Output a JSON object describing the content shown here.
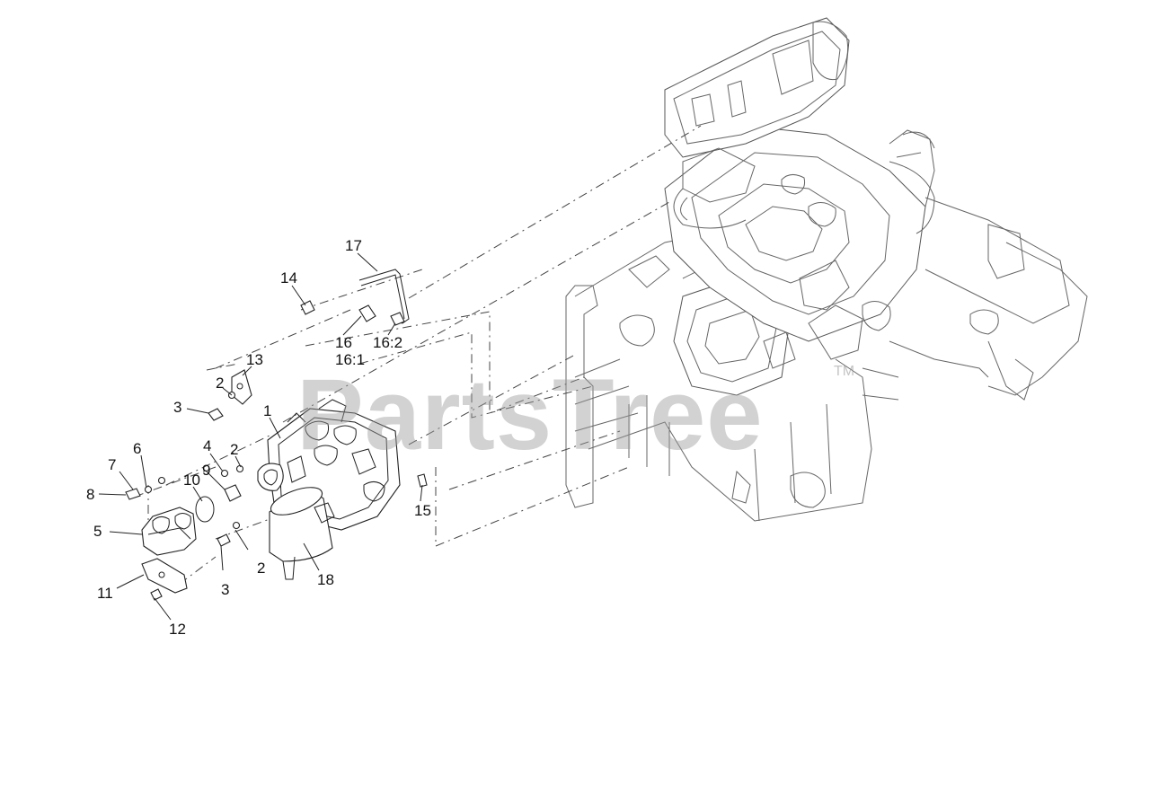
{
  "watermark": {
    "text": "PartsTree",
    "trademark": "TM",
    "color": "#9c9c9c"
  },
  "callouts": [
    {
      "id": "c1",
      "label": "1"
    },
    {
      "id": "c2a",
      "label": "2"
    },
    {
      "id": "c2b",
      "label": "2"
    },
    {
      "id": "c2c",
      "label": "2"
    },
    {
      "id": "c3a",
      "label": "3"
    },
    {
      "id": "c3b",
      "label": "3"
    },
    {
      "id": "c4",
      "label": "4"
    },
    {
      "id": "c5",
      "label": "5"
    },
    {
      "id": "c6",
      "label": "6"
    },
    {
      "id": "c7",
      "label": "7"
    },
    {
      "id": "c8",
      "label": "8"
    },
    {
      "id": "c9",
      "label": "9"
    },
    {
      "id": "c10",
      "label": "10"
    },
    {
      "id": "c11",
      "label": "11"
    },
    {
      "id": "c12",
      "label": "12"
    },
    {
      "id": "c13",
      "label": "13"
    },
    {
      "id": "c14",
      "label": "14"
    },
    {
      "id": "c15",
      "label": "15"
    },
    {
      "id": "c16",
      "label": "16"
    },
    {
      "id": "c161",
      "label": "16:1"
    },
    {
      "id": "c162",
      "label": "16:2"
    },
    {
      "id": "c17",
      "label": "17"
    },
    {
      "id": "c18",
      "label": "18"
    }
  ]
}
